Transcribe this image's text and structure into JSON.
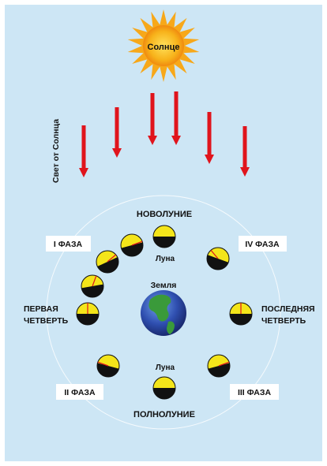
{
  "sun_label": "Солнце",
  "light_label": "Свет от Солнца",
  "earth_label": "Земля",
  "moon_label_top": "Луна",
  "moon_label_bottom": "Луна",
  "new_moon": "НОВОЛУНИЕ",
  "full_moon": "ПОЛНОЛУНИЕ",
  "phase1": "I ФАЗА",
  "phase2": "II ФАЗА",
  "phase3": "III ФАЗА",
  "phase4": "IV ФАЗА",
  "first_quarter_1": "ПЕРВАЯ",
  "first_quarter_2": "ЧЕТВЕРТЬ",
  "last_quarter_1": "ПОСЛЕДНЯЯ",
  "last_quarter_2": "ЧЕТВЕРТЬ",
  "colors": {
    "background": "#cde6f5",
    "sun": "#f7b21a",
    "arrow": "#e0141c",
    "moon_lit": "#f4e51a",
    "moon_dark": "#111111",
    "ocean": "#2f4fb0",
    "land": "#3a9a3a"
  }
}
